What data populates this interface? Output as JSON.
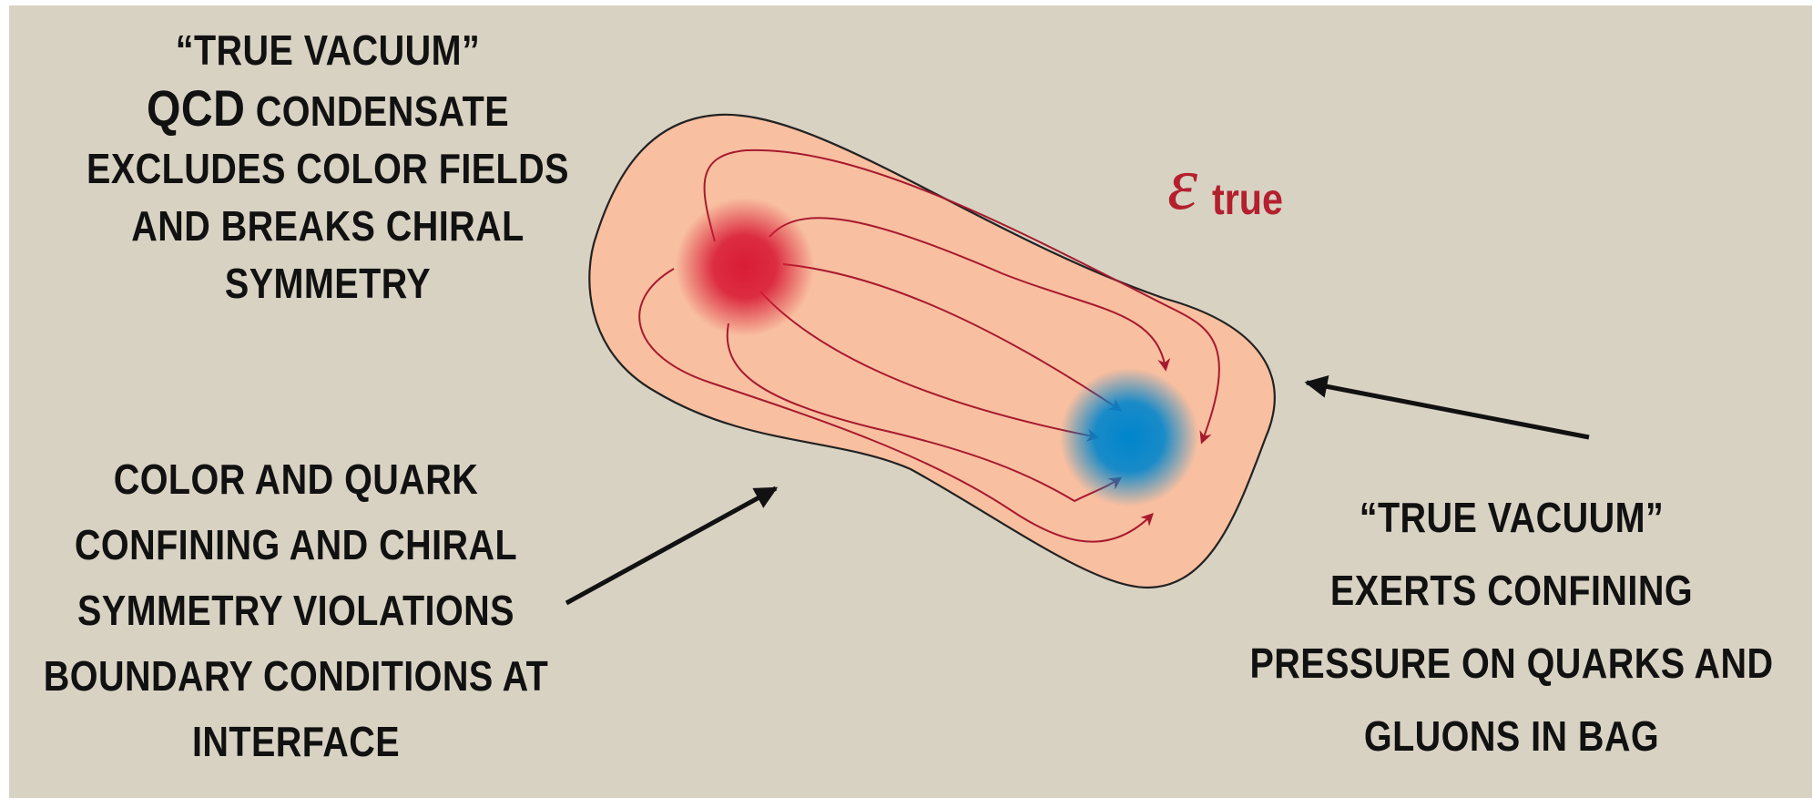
{
  "labels": {
    "top_left": {
      "line1": "“TRUE VACUUM”",
      "line2_bold": "QCD",
      "line2_rest": " CONDENSATE",
      "line3": "EXCLUDES COLOR FIELDS",
      "line4": "AND BREAKS CHIRAL",
      "line5": "SYMMETRY"
    },
    "bottom_left": {
      "line1": "COLOR AND QUARK",
      "line2": "CONFINING AND CHIRAL",
      "line3": "SYMMETRY VIOLATIONS",
      "line4": "BOUNDARY CONDITIONS AT",
      "line5": "INTERFACE"
    },
    "right": {
      "line1": "“TRUE VACUUM”",
      "line2": "EXERTS CONFINING",
      "line3": "PRESSURE ON QUARKS AND",
      "line4": "GLUONS IN BAG"
    },
    "energy_symbol": "ε",
    "energy_subscript": "true"
  },
  "colors": {
    "background": "#d8d2c3",
    "bag_fill": "#f8bfa0",
    "field_lines": "#a61a2e",
    "red_charge": "#d91c36",
    "blue_charge": "#0085cc",
    "text": "#111111",
    "energy_text": "#b3202e"
  }
}
